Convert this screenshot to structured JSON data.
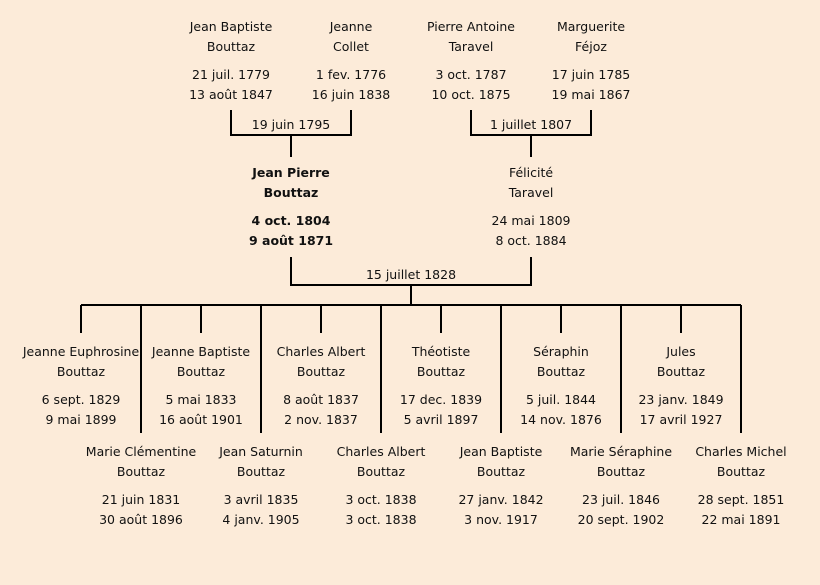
{
  "colors": {
    "background": "#fcebd9",
    "lines": "#000000"
  },
  "grandparents": [
    {
      "first": "Jean Baptiste",
      "last": "Bouttaz",
      "birth": "21 juil. 1779",
      "death": "13 août 1847"
    },
    {
      "first": "Jeanne",
      "last": "Collet",
      "birth": "1 fev. 1776",
      "death": "16 juin 1838"
    },
    {
      "first": "Pierre Antoine",
      "last": "Taravel",
      "birth": "3 oct. 1787",
      "death": "10 oct. 1875"
    },
    {
      "first": "Marguerite",
      "last": "Féjoz",
      "birth": "17 juin 1785",
      "death": "19 mai 1867"
    }
  ],
  "grandparent_marriages": [
    "19 juin 1795",
    "1 juillet 1807"
  ],
  "parents": [
    {
      "first": "Jean Pierre",
      "last": "Bouttaz",
      "birth": "4 oct. 1804",
      "death": "9 août 1871"
    },
    {
      "first": "Félicité",
      "last": "Taravel",
      "birth": "24 mai 1809",
      "death": "8 oct. 1884"
    }
  ],
  "parent_marriage": "15 juillet 1828",
  "children": [
    {
      "first": "Jeanne Euphrosine",
      "last": "Bouttaz",
      "birth": "6 sept. 1829",
      "death": "9 mai 1899"
    },
    {
      "first": "Marie Clémentine",
      "last": "Bouttaz",
      "birth": "21 juin 1831",
      "death": "30 août 1896"
    },
    {
      "first": "Jeanne Baptiste",
      "last": "Bouttaz",
      "birth": "5 mai 1833",
      "death": "16 août 1901"
    },
    {
      "first": "Jean Saturnin",
      "last": "Bouttaz",
      "birth": "3 avril 1835",
      "death": "4 janv. 1905"
    },
    {
      "first": "Charles Albert",
      "last": "Bouttaz",
      "birth": "8 août 1837",
      "death": "2 nov. 1837"
    },
    {
      "first": "Charles Albert",
      "last": "Bouttaz",
      "birth": "3 oct. 1838",
      "death": "3 oct. 1838"
    },
    {
      "first": "Théotiste",
      "last": "Bouttaz",
      "birth": "17 dec. 1839",
      "death": "5 avril 1897"
    },
    {
      "first": "Jean Baptiste",
      "last": "Bouttaz",
      "birth": "27 janv. 1842",
      "death": "3 nov. 1917"
    },
    {
      "first": "Séraphin",
      "last": "Bouttaz",
      "birth": "5 juil. 1844",
      "death": "14 nov. 1876"
    },
    {
      "first": "Marie Séraphine",
      "last": "Bouttaz",
      "birth": "23 juil. 1846",
      "death": "20 sept. 1902"
    },
    {
      "first": "Jules",
      "last": "Bouttaz",
      "birth": "23 janv. 1849",
      "death": "17 avril 1927"
    },
    {
      "first": "Charles Michel",
      "last": "Bouttaz",
      "birth": "28 sept. 1851",
      "death": "22 mai 1891"
    }
  ]
}
